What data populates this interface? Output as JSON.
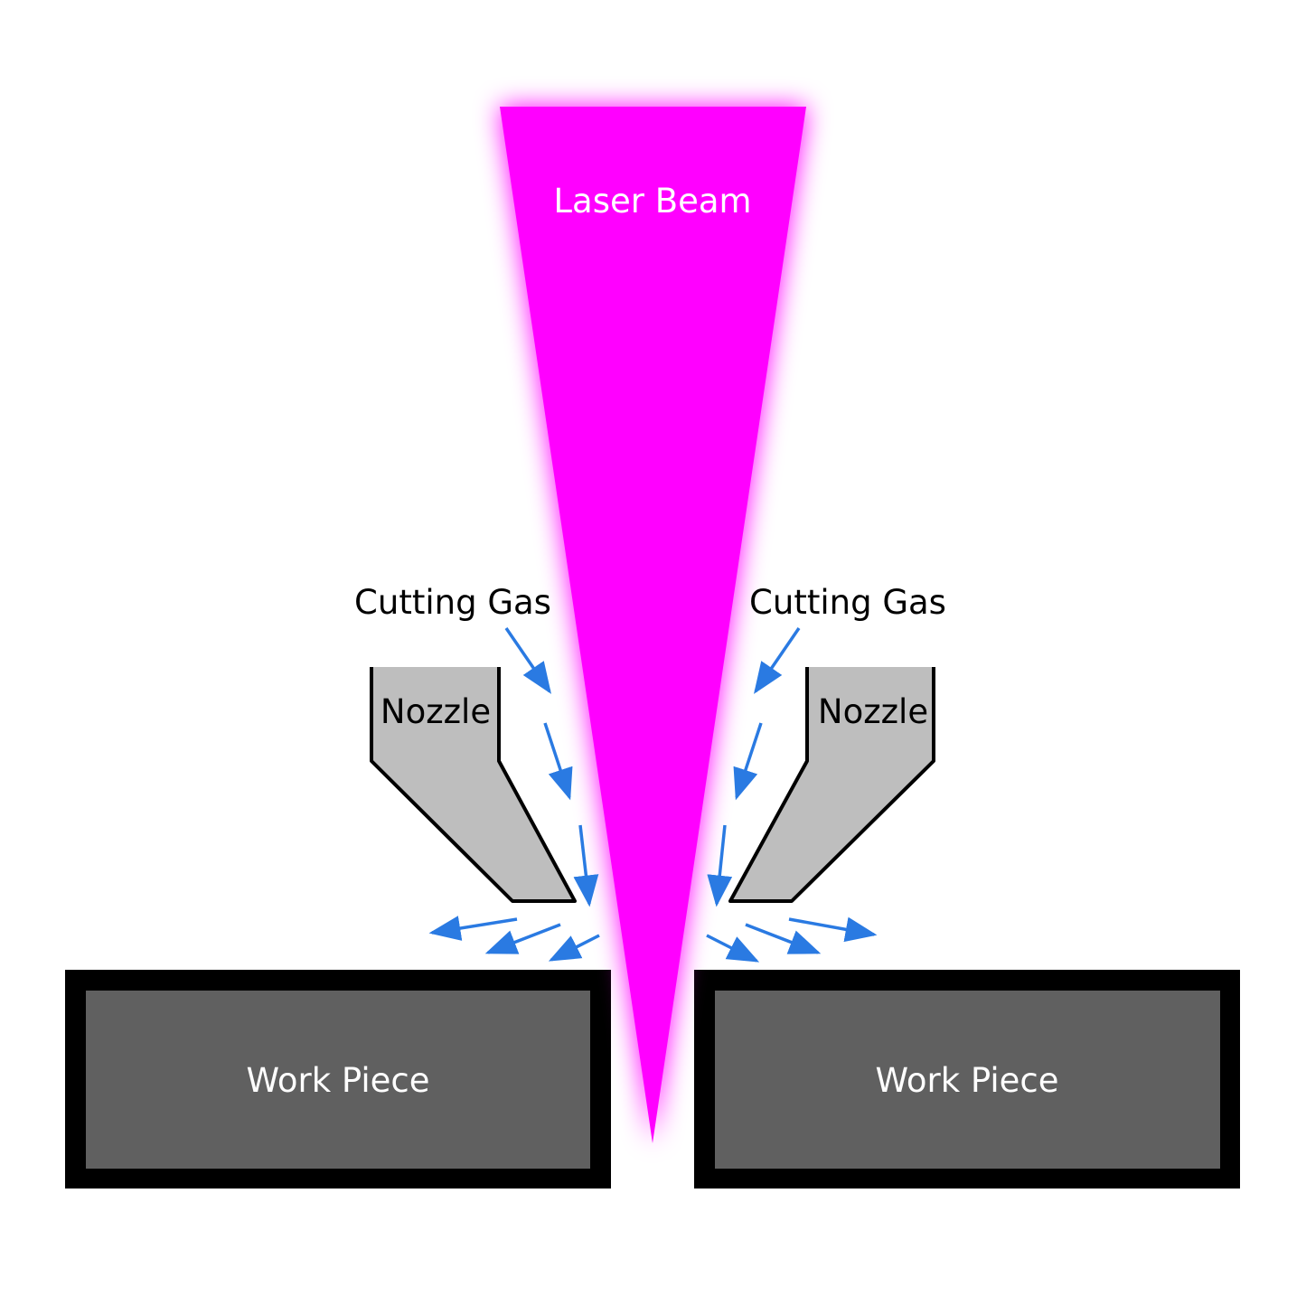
{
  "labels": {
    "laser_beam": "Laser Beam",
    "cutting_gas_left": "Cutting Gas",
    "cutting_gas_right": "Cutting Gas",
    "nozzle_left": "Nozzle",
    "nozzle_right": "Nozzle",
    "work_piece_left": "Work Piece",
    "work_piece_right": "Work Piece"
  },
  "colors": {
    "beam": "#ff00ff",
    "gas_arrow": "#2a7ae2",
    "nozzle": "#bebebe",
    "work_piece": "#606060",
    "outline": "#000000"
  }
}
